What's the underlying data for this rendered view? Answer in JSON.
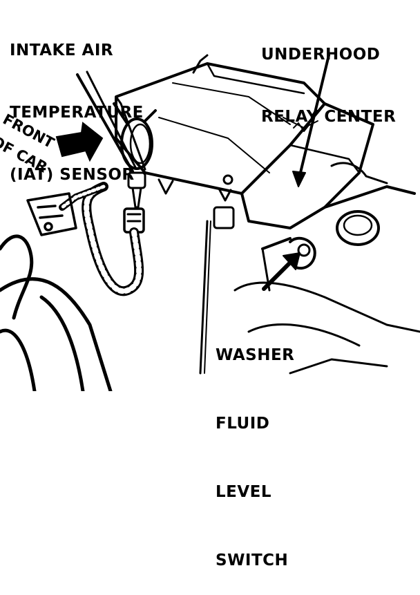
{
  "labels": {
    "iat_sensor": [
      "INTAKE AIR",
      "TEMPERATURE",
      "(IAT) SENSOR"
    ],
    "relay_center": [
      "UNDERHOOD",
      "RELAY CENTER"
    ],
    "front_of_car": [
      "FRONT",
      "OF CAR"
    ],
    "washer_switch": [
      "WASHER",
      "FLUID",
      "LEVEL",
      "SWITCH"
    ]
  },
  "colors": {
    "ink": "#000000",
    "paper": "#ffffff"
  }
}
